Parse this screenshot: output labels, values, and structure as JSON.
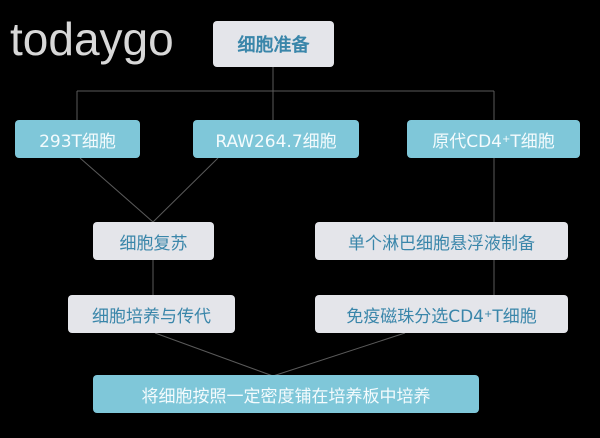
{
  "root": {
    "label": "细胞准备"
  },
  "sources": [
    {
      "label": "293T细胞"
    },
    {
      "label": "RAW264.7细胞"
    },
    {
      "label_pre": "原代CD4",
      "sup": "+",
      "label_post": " T细胞"
    }
  ],
  "left_steps": [
    {
      "label": "细胞复苏"
    },
    {
      "label": "细胞培养与传代"
    }
  ],
  "right_steps": [
    {
      "label": "单个淋巴细胞悬浮液制备"
    },
    {
      "label_pre": "免疫磁珠分选CD4",
      "sup": "+",
      "label_post": " T细胞"
    }
  ],
  "final": {
    "label": "将细胞按照一定密度铺在培养板中培养"
  },
  "watermark": "todaygo",
  "colors": {
    "light_box": "#e4e5ea",
    "blue_box": "#7fc7d9",
    "text_blue": "#3a86aa",
    "line": "#555555"
  }
}
